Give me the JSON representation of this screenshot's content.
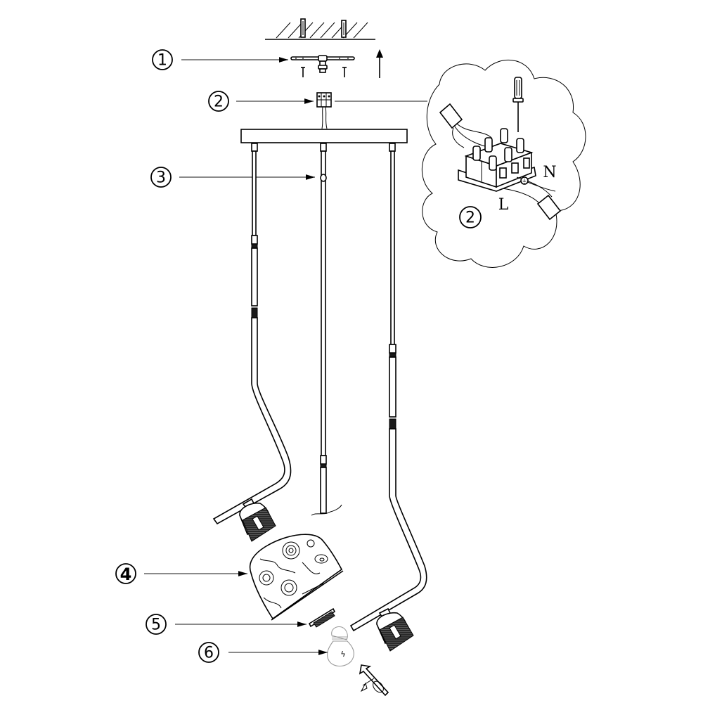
{
  "diagram": {
    "type": "assembly-instructions",
    "subject": "3-light pendant lamp assembly",
    "callouts": [
      {
        "id": "1",
        "label": "1",
        "part": "mounting-bracket-with-screws"
      },
      {
        "id": "2",
        "label": "2",
        "part": "terminal-block"
      },
      {
        "id": "3",
        "label": "3",
        "part": "cable-stopper"
      },
      {
        "id": "4",
        "label": "4",
        "part": "decorative-shade"
      },
      {
        "id": "5",
        "label": "5",
        "part": "shade-ring"
      },
      {
        "id": "6",
        "label": "6",
        "part": "light-bulb"
      }
    ],
    "detail": {
      "callout_label": "2",
      "terminal_labels": {
        "live": "L",
        "neutral": "N"
      },
      "earth_symbol": "⏚"
    },
    "bulb_symbol": "ϟ"
  }
}
